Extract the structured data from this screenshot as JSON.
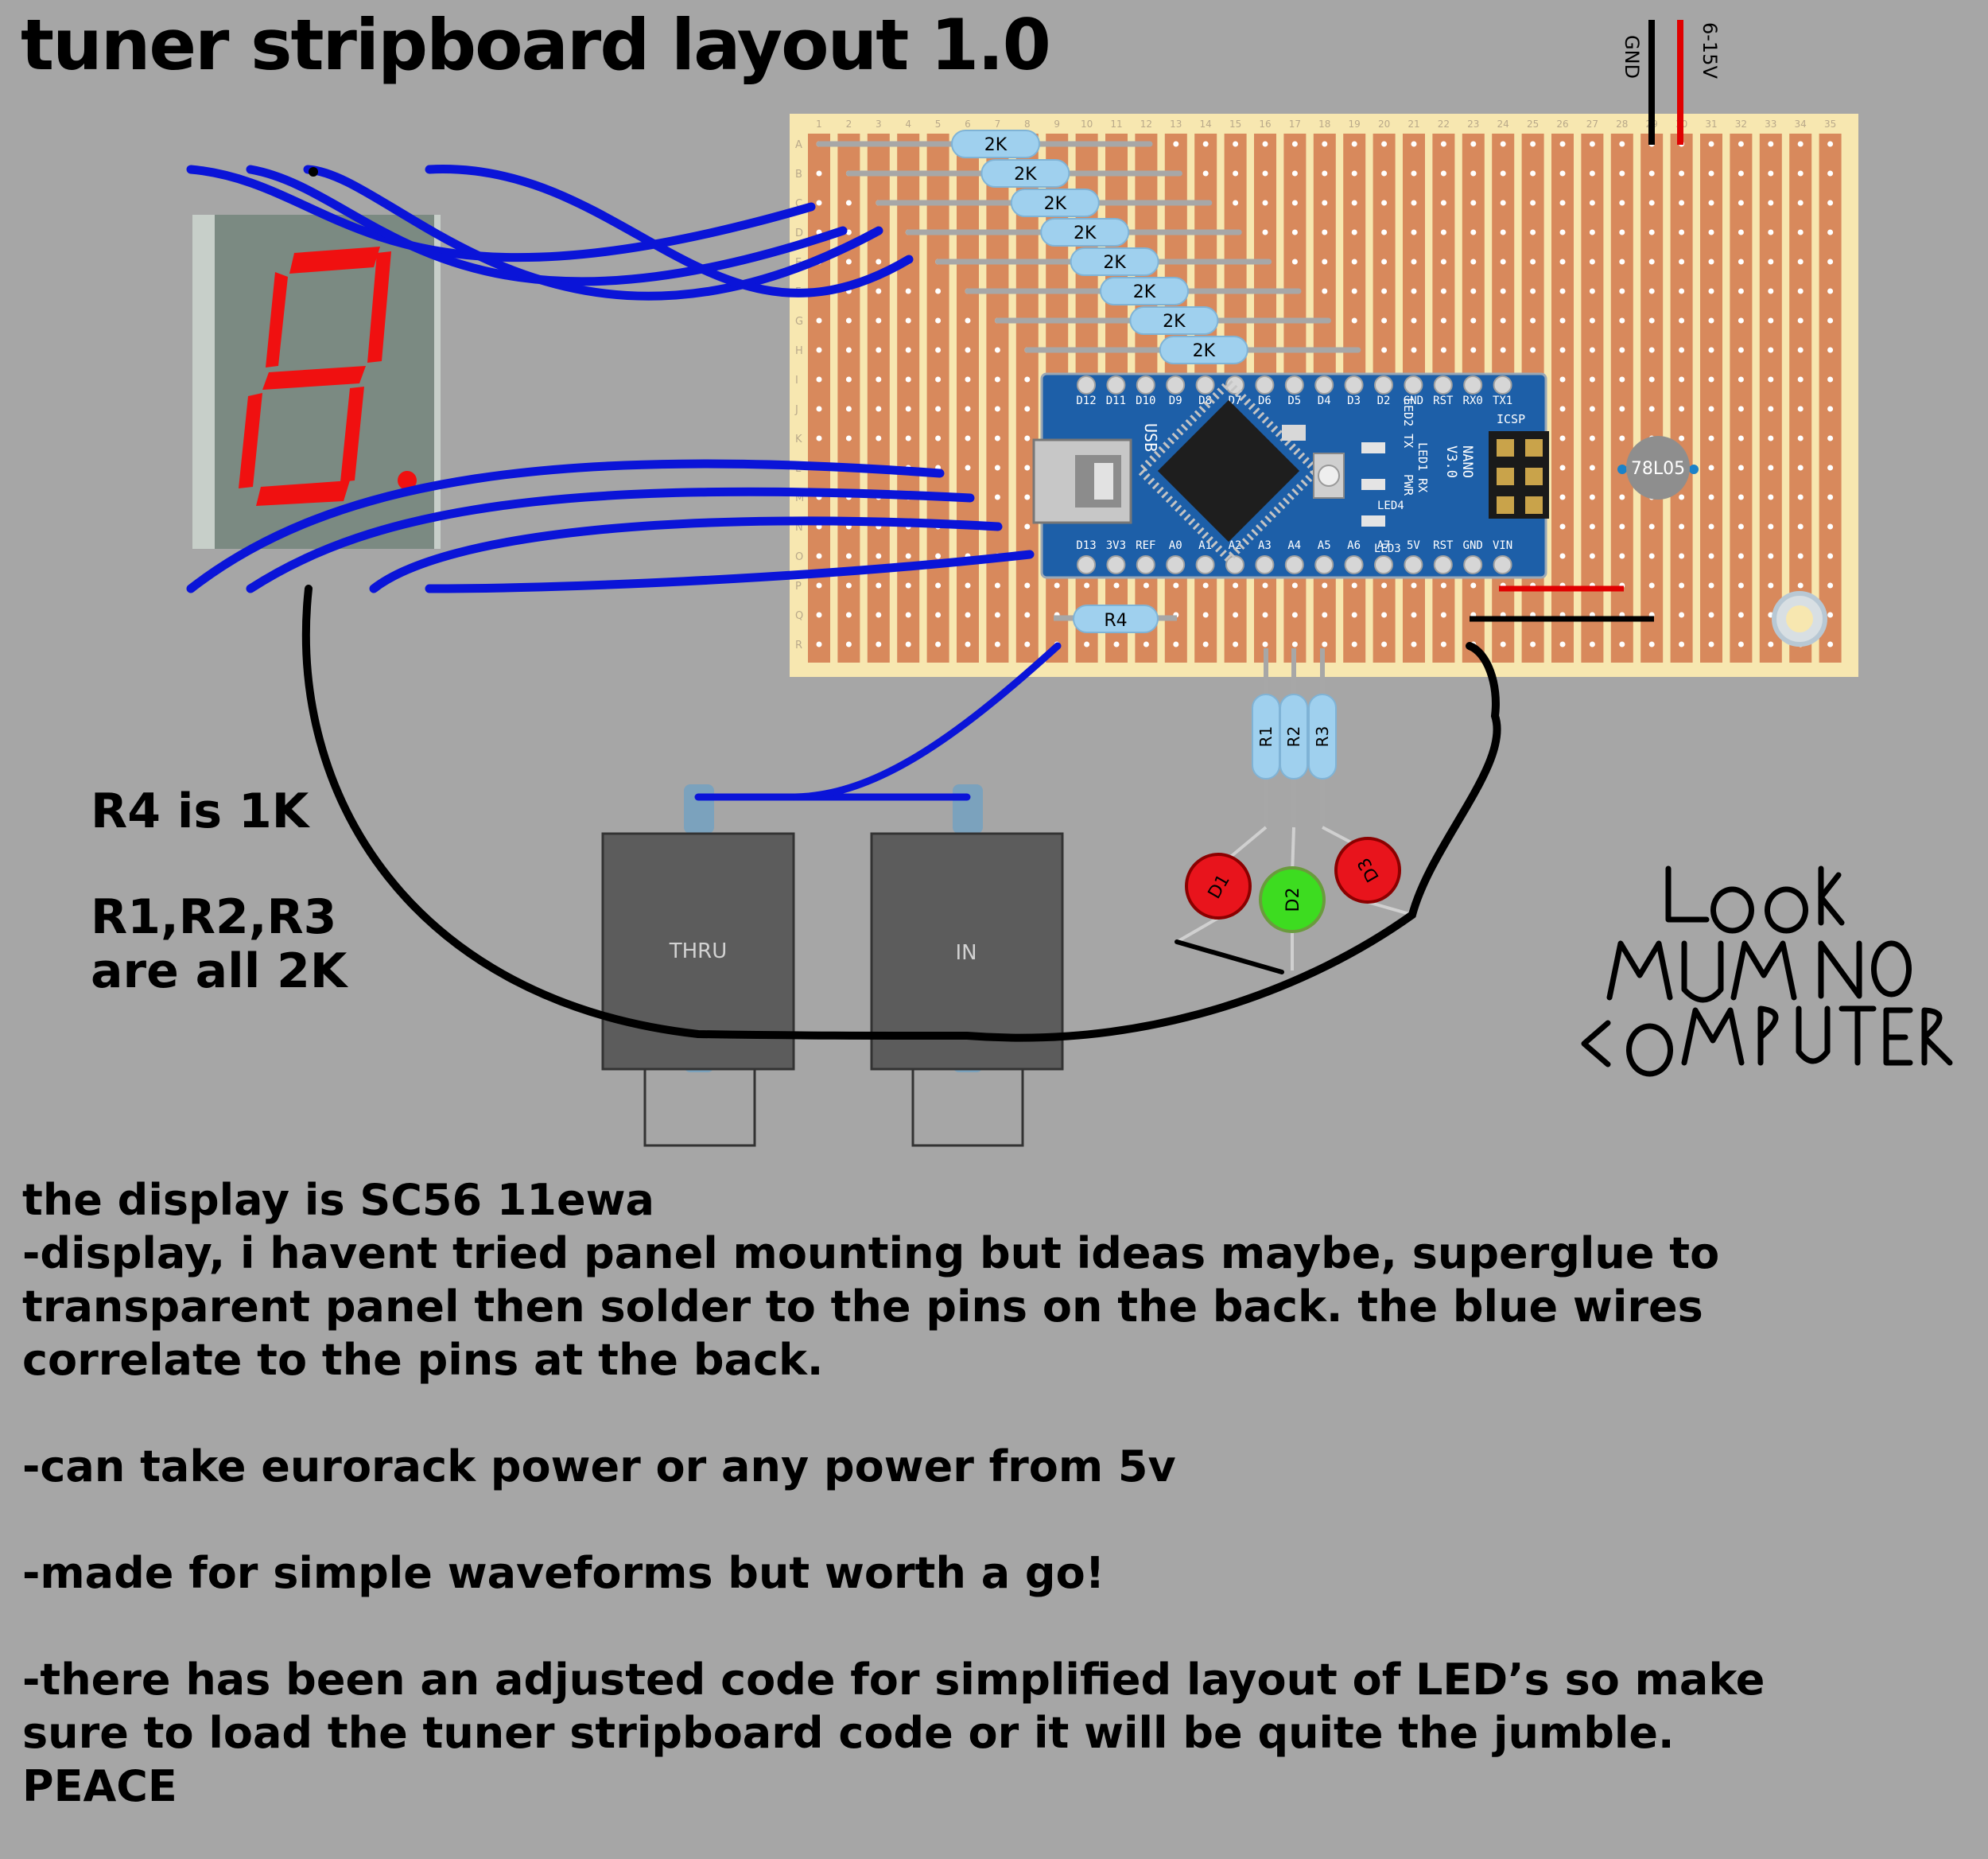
{
  "title": "tuner stripboard layout 1.0",
  "board": {
    "row_labels": [
      "A",
      "B",
      "C",
      "D",
      "E",
      "F",
      "G",
      "H",
      "I",
      "J",
      "K",
      "L",
      "M",
      "N",
      "O",
      "P",
      "Q",
      "R"
    ],
    "column_count": 35,
    "strip_color": "#d8895c",
    "board_color": "#f7e7b0",
    "resistor_color": "#9fd0ee"
  },
  "power": {
    "gnd_label": "GND",
    "vcc_label": "6-15V"
  },
  "resistors": {
    "two_k": [
      "2K",
      "2K",
      "2K",
      "2K",
      "2K",
      "2K",
      "2K",
      "2K"
    ],
    "r4": "R4",
    "r1": "R1",
    "r2": "R2",
    "r3": "R3"
  },
  "regulator_label": "78L05",
  "arduino": {
    "top_pins": [
      "D12",
      "D11",
      "D10",
      "D9",
      "D8",
      "D7",
      "D6",
      "D5",
      "D4",
      "D3",
      "D2",
      "GND",
      "RST",
      "RX0",
      "TX1"
    ],
    "bottom_pins": [
      "D13",
      "3V3",
      "REF",
      "A0",
      "A1",
      "A2",
      "A3",
      "A4",
      "A5",
      "A6",
      "A7",
      "5V",
      "RST",
      "GND",
      "VIN"
    ],
    "usb_label": "USB",
    "board_name": "NANO",
    "version": "V3.0",
    "icsp_label": "ICSP",
    "led_labels": [
      "LED2 TX",
      "LED1 RX",
      "PWR",
      "LED4",
      "LED3"
    ]
  },
  "leds": [
    {
      "label": "D1",
      "color": "#e8141c"
    },
    {
      "label": "D2",
      "color": "#3ddc20"
    },
    {
      "label": "D3",
      "color": "#e8141c"
    }
  ],
  "jacks": {
    "thru": "THRU",
    "in": "IN"
  },
  "notes": {
    "r4": "R4 is 1K",
    "r123_line1": "R1,R2,R3",
    "r123_line2": "are all 2K"
  },
  "handwriting": [
    "LOOK",
    "MUM NO",
    "COMPUTER"
  ],
  "text_block": [
    "the display is SC56 11ewa",
    "-display, i havent tried panel mounting but ideas maybe, superglue to",
    "transparent panel then solder to the pins on the back. the blue wires",
    "correlate to the pins at the back.",
    "",
    "-can take eurorack power or any power from 5v",
    "",
    "-made for simple waveforms but worth a go!",
    "",
    "-there has been an adjusted code for simplified layout of LED’s so make",
    "sure to load the tuner stripboard code or it will be quite the jumble.",
    "PEACE"
  ]
}
